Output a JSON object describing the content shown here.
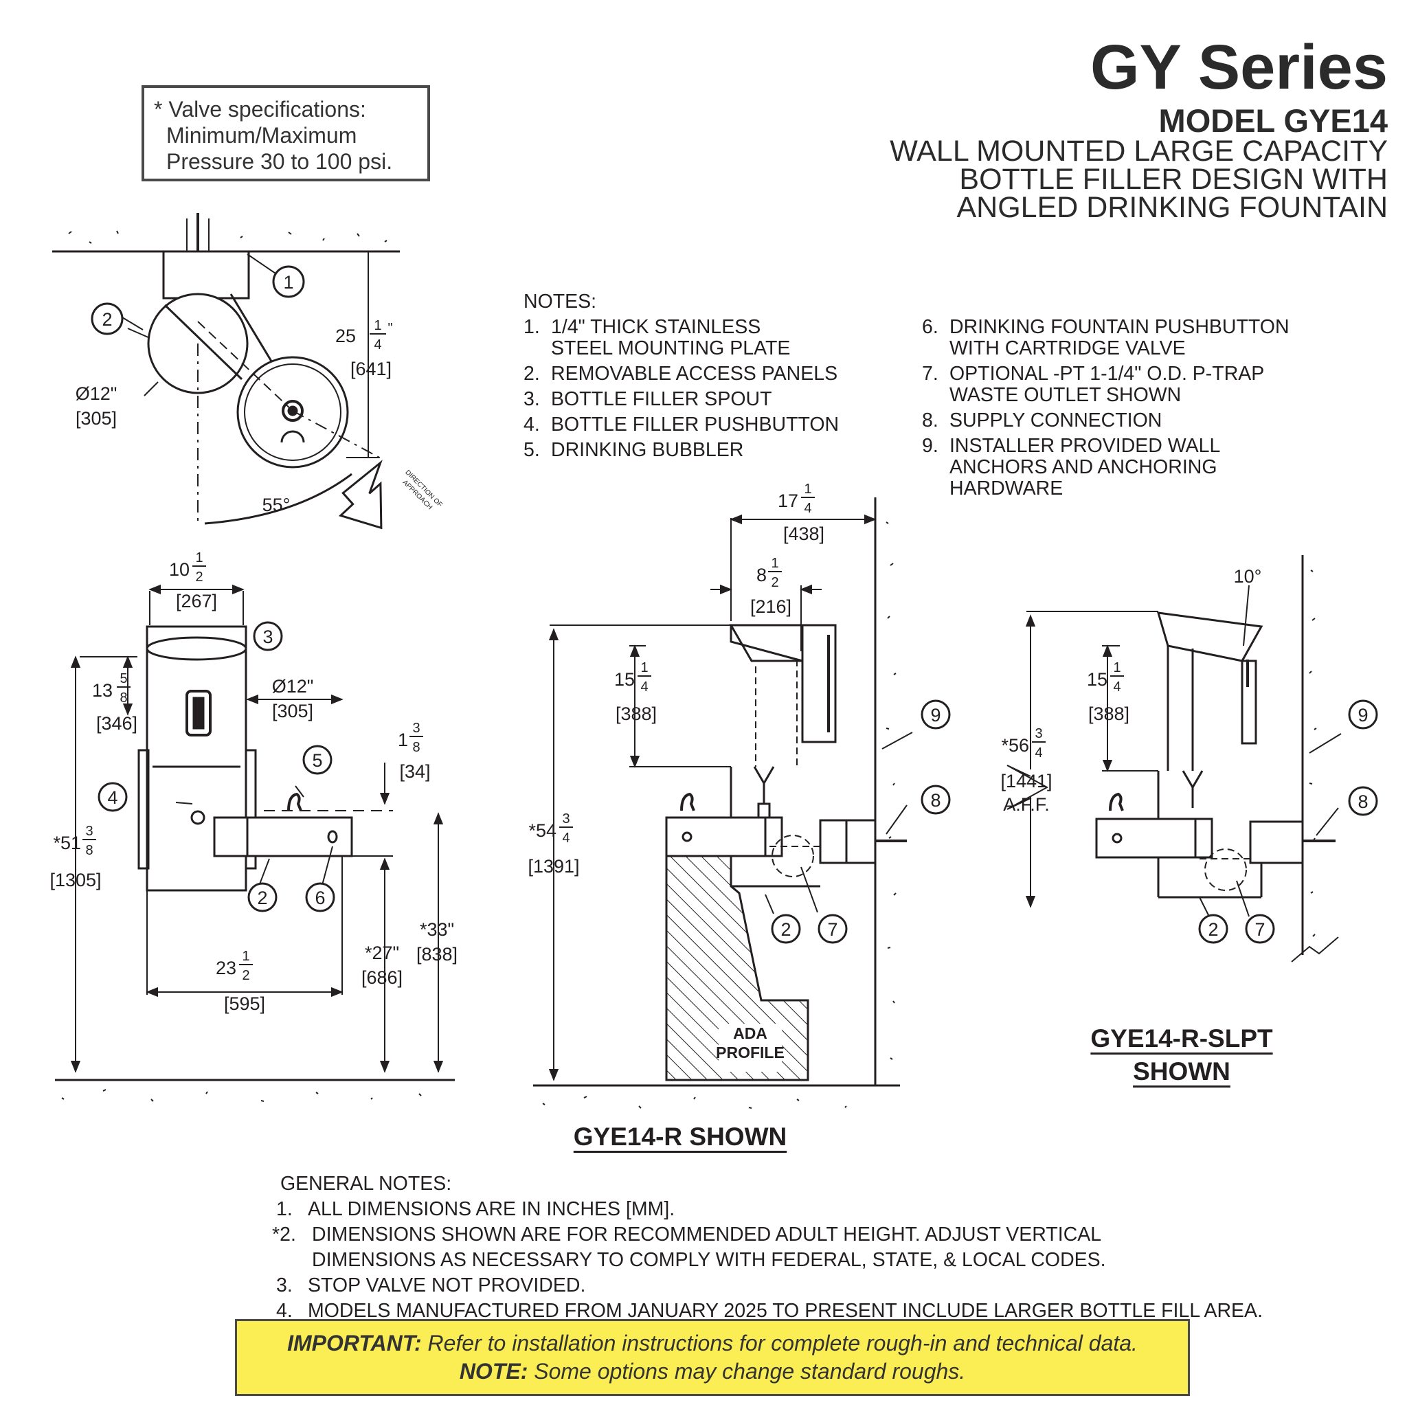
{
  "title": {
    "series": "GY Series",
    "model": "MODEL GYE14",
    "subtitle_lines": [
      "WALL MOUNTED LARGE CAPACITY",
      "BOTTLE FILLER DESIGN WITH",
      "ANGLED DRINKING FOUNTAIN"
    ]
  },
  "valve_spec": {
    "lines": [
      "* Valve specifications:",
      "Minimum/Maximum",
      "Pressure 30 to 100 psi."
    ]
  },
  "notes": {
    "heading": "NOTES:",
    "left": [
      {
        "num": "1.",
        "lines": [
          "1/4\" THICK STAINLESS",
          "STEEL MOUNTING PLATE"
        ]
      },
      {
        "num": "2.",
        "lines": [
          "REMOVABLE ACCESS PANELS"
        ]
      },
      {
        "num": "3.",
        "lines": [
          "BOTTLE FILLER SPOUT"
        ]
      },
      {
        "num": "4.",
        "lines": [
          "BOTTLE FILLER PUSHBUTTON"
        ]
      },
      {
        "num": "5.",
        "lines": [
          "DRINKING BUBBLER"
        ]
      }
    ],
    "right": [
      {
        "num": "6.",
        "lines": [
          "DRINKING FOUNTAIN PUSHBUTTON",
          "WITH CARTRIDGE VALVE"
        ]
      },
      {
        "num": "7.",
        "lines": [
          "OPTIONAL -PT 1-1/4\" O.D. P-TRAP",
          "WASTE OUTLET SHOWN"
        ]
      },
      {
        "num": "8.",
        "lines": [
          "SUPPLY CONNECTION"
        ]
      },
      {
        "num": "9.",
        "lines": [
          "INSTALLER PROVIDED WALL",
          "ANCHORS AND ANCHORING",
          "HARDWARE"
        ]
      }
    ]
  },
  "general_notes": {
    "heading": "GENERAL NOTES:",
    "items": [
      {
        "num": "1.",
        "lines": [
          "ALL DIMENSIONS ARE IN INCHES [MM]."
        ]
      },
      {
        "num": "*2.",
        "lines": [
          "DIMENSIONS SHOWN ARE FOR RECOMMENDED ADULT HEIGHT. ADJUST VERTICAL",
          "DIMENSIONS AS NECESSARY TO COMPLY WITH FEDERAL, STATE, & LOCAL CODES."
        ]
      },
      {
        "num": "3.",
        "lines": [
          "STOP VALVE NOT PROVIDED."
        ]
      },
      {
        "num": "4.",
        "lines": [
          "MODELS MANUFACTURED FROM JANUARY 2025 TO PRESENT INCLUDE LARGER BOTTLE FILL AREA."
        ]
      }
    ]
  },
  "important": {
    "label1": "IMPORTANT:",
    "text1": " Refer to installation instructions for complete rough-in and technical data.",
    "label2": "NOTE:",
    "text2": " Some options may change standard roughs."
  },
  "captions": {
    "front_side": "GYE14-R SHOWN",
    "slpt_line1": "GYE14-R-SLPT",
    "slpt_line2": "SHOWN"
  },
  "top_view": {
    "dim_depth": "25",
    "dim_depth_frac": [
      "1",
      "4"
    ],
    "dim_depth_star": "\"",
    "dim_depth_mm": "[641]",
    "dim_dia": "Ø12\"",
    "dim_dia_mm": "[305]",
    "angle": "55°",
    "approach_l1": "DIRECTION OF",
    "approach_l2": "APPROACH",
    "callouts": [
      "1",
      "2"
    ]
  },
  "front_view": {
    "w_top": "10",
    "w_top_frac": [
      "1",
      "2"
    ],
    "w_top_mm": "[267]",
    "h_13": "13",
    "h_13_frac": [
      "5",
      "8"
    ],
    "h_13_mm": "[346]",
    "dia": "Ø12\"",
    "dia_mm": "[305]",
    "h_1": "1",
    "h_1_frac": [
      "3",
      "8"
    ],
    "h_1_mm": "[34]",
    "h_51_star": "*51",
    "h_51_frac": [
      "3",
      "8"
    ],
    "h_51_mm": "[1305]",
    "w_23": "23",
    "w_23_frac": [
      "1",
      "2"
    ],
    "w_23_mm": "[595]",
    "h_27": "*27\"",
    "h_27_mm": "[686]",
    "h_33": "*33\"",
    "h_33_mm": "[838]",
    "callouts": [
      "3",
      "5",
      "4",
      "2",
      "6"
    ]
  },
  "side_view": {
    "w_17": "17",
    "w_17_frac": [
      "1",
      "4"
    ],
    "w_17_mm": "[438]",
    "w_8": "8",
    "w_8_frac": [
      "1",
      "2"
    ],
    "w_8_mm": "[216]",
    "h_15": "15",
    "h_15_frac": [
      "1",
      "4"
    ],
    "h_15_mm": "[388]",
    "h_54": "*54",
    "h_54_frac": [
      "3",
      "4"
    ],
    "h_54_mm": "[1391]",
    "ada_l1": "ADA",
    "ada_l2": "PROFILE",
    "callouts": [
      "9",
      "8",
      "2",
      "7"
    ]
  },
  "slpt_view": {
    "angle": "10°",
    "h_15": "15",
    "h_15_frac": [
      "1",
      "4"
    ],
    "h_15_mm": "[388]",
    "h_56": "*56",
    "h_56_frac": [
      "3",
      "4"
    ],
    "h_56_mm": "[1441]",
    "aff": "A.F.F.",
    "callouts": [
      "9",
      "8",
      "2",
      "7"
    ]
  }
}
